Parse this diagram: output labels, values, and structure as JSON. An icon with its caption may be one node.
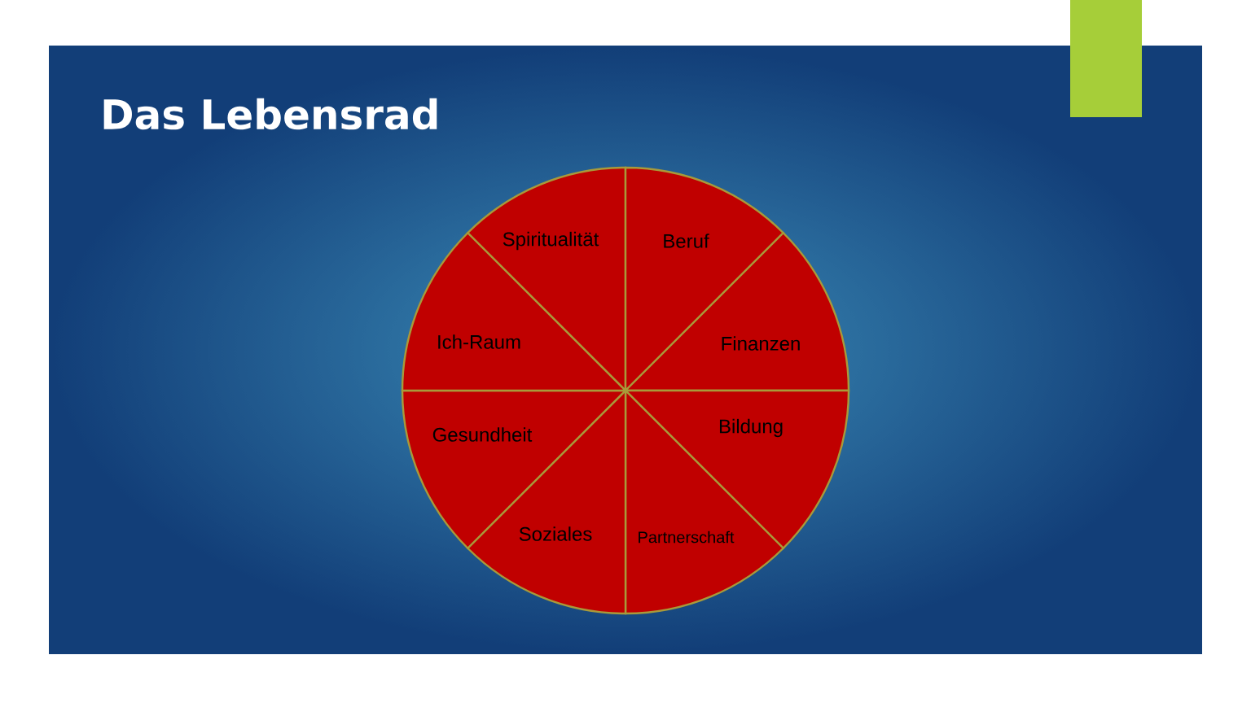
{
  "diagram": {
    "title": "Das Lebensrad",
    "nodes": [
      {
        "text": [
          "Spiritualität"
        ]
      },
      {
        "text": [
          "Beruf"
        ]
      },
      {
        "text": [
          "Finanzen"
        ]
      },
      {
        "text": [
          "Bildung"
        ]
      },
      {
        "text": [
          "Partnerschaft"
        ]
      },
      {
        "text": [
          "Soziales"
        ]
      },
      {
        "text": [
          "Gesundheit"
        ]
      },
      {
        "text": [
          "Ich-Raum"
        ]
      }
    ]
  }
}
